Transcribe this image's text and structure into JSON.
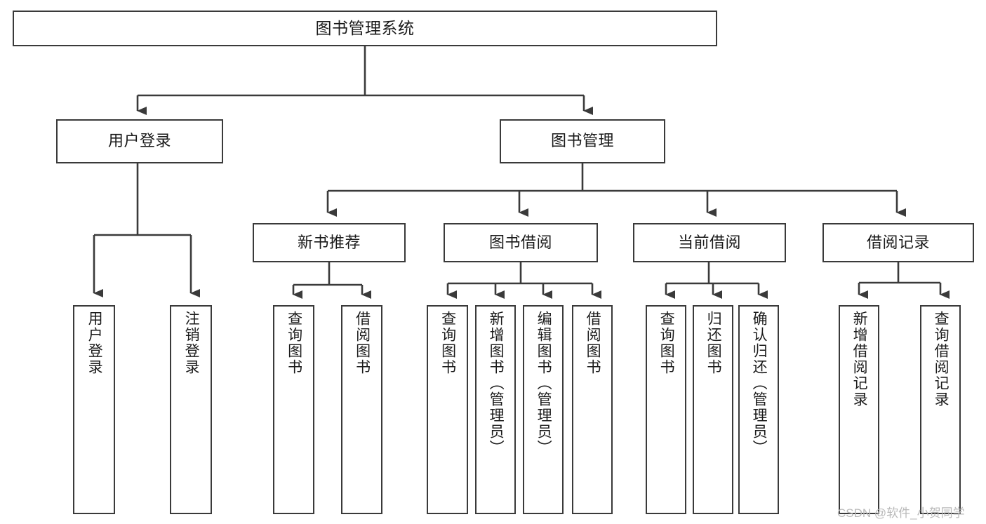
{
  "diagram": {
    "type": "tree-hierarchy-chart",
    "title": "图书管理系统",
    "watermark": "CSDN @软件_小贺同学",
    "colors": {
      "stroke": "#3a3a3a",
      "fill": "#ffffff",
      "text": "#1a1a1a",
      "watermark": "#b9b9b9"
    },
    "levels": {
      "level1": [
        {
          "id": "root",
          "label": "图书管理系统",
          "orientation": "horizontal"
        }
      ],
      "level2": [
        {
          "id": "user-login",
          "label": "用户登录",
          "orientation": "horizontal"
        },
        {
          "id": "book-management",
          "label": "图书管理",
          "orientation": "horizontal"
        }
      ],
      "level3": [
        {
          "id": "new-book-recommend",
          "label": "新书推荐",
          "orientation": "horizontal",
          "parent": "book-management"
        },
        {
          "id": "book-borrow",
          "label": "图书借阅",
          "orientation": "horizontal",
          "parent": "book-management"
        },
        {
          "id": "current-borrow",
          "label": "当前借阅",
          "orientation": "horizontal",
          "parent": "book-management"
        },
        {
          "id": "borrow-record",
          "label": "借阅记录",
          "orientation": "horizontal",
          "parent": "book-management"
        }
      ],
      "level4": [
        {
          "id": "leaf-user-login",
          "label": "用户登录",
          "orientation": "vertical",
          "parent": "user-login"
        },
        {
          "id": "leaf-logout-login",
          "label": "注销登录",
          "orientation": "vertical",
          "parent": "user-login"
        },
        {
          "id": "leaf-query-book-1",
          "label": "查询图书",
          "orientation": "vertical",
          "parent": "new-book-recommend"
        },
        {
          "id": "leaf-borrow-book-1",
          "label": "借阅图书",
          "orientation": "vertical",
          "parent": "new-book-recommend"
        },
        {
          "id": "leaf-query-book-2",
          "label": "查询图书",
          "orientation": "vertical",
          "parent": "book-borrow"
        },
        {
          "id": "leaf-add-book",
          "label": "新增图书（管理员）",
          "orientation": "vertical",
          "parent": "book-borrow"
        },
        {
          "id": "leaf-edit-book",
          "label": "编辑图书（管理员）",
          "orientation": "vertical",
          "parent": "book-borrow"
        },
        {
          "id": "leaf-borrow-book-2",
          "label": "借阅图书",
          "orientation": "vertical",
          "parent": "book-borrow"
        },
        {
          "id": "leaf-query-book-3",
          "label": "查询图书",
          "orientation": "vertical",
          "parent": "current-borrow"
        },
        {
          "id": "leaf-return-book",
          "label": "归还图书",
          "orientation": "vertical",
          "parent": "current-borrow"
        },
        {
          "id": "leaf-confirm-return",
          "label": "确认归还（管理员）",
          "orientation": "vertical",
          "parent": "current-borrow"
        },
        {
          "id": "leaf-add-record",
          "label": "新增借阅记录",
          "orientation": "vertical",
          "parent": "borrow-record"
        },
        {
          "id": "leaf-query-record",
          "label": "查询借阅记录",
          "orientation": "vertical",
          "parent": "borrow-record"
        }
      ]
    }
  }
}
